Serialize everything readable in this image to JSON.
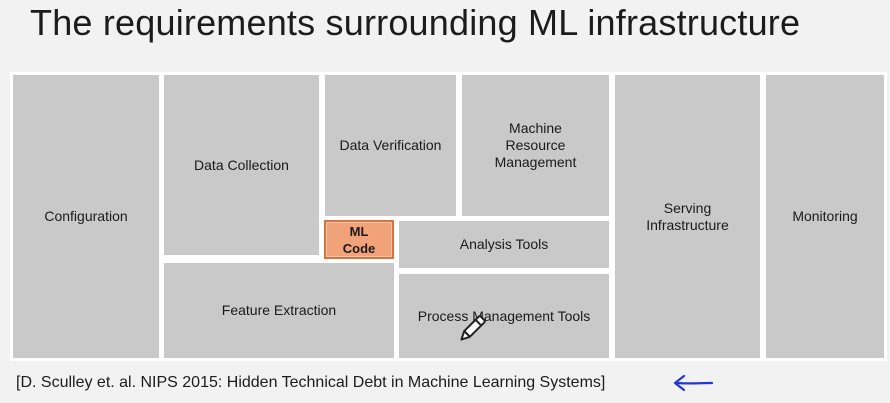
{
  "title": "The requirements surrounding ML infrastructure",
  "boxes": {
    "configuration": "Configuration",
    "data_collection": "Data Collection",
    "data_verification": "Data Verification",
    "machine_resource": "Machine Resource Management",
    "serving": "Serving Infrastructure",
    "monitoring": "Monitoring",
    "ml_code": "ML Code",
    "analysis_tools": "Analysis Tools",
    "feature_extraction": "Feature Extraction",
    "process_management": "Process Management Tools"
  },
  "citation": "[D. Sculley et. al. NIPS 2015: Hidden Technical Debt in Machine Learning Systems]",
  "colors": {
    "box_gray": "#c9c9c9",
    "ml_code_fill": "#f2a279",
    "ml_code_border": "#d8733d",
    "arrow_blue": "#2436d6"
  },
  "icons": [
    "left-arrow-icon",
    "pen-cursor-icon"
  ]
}
